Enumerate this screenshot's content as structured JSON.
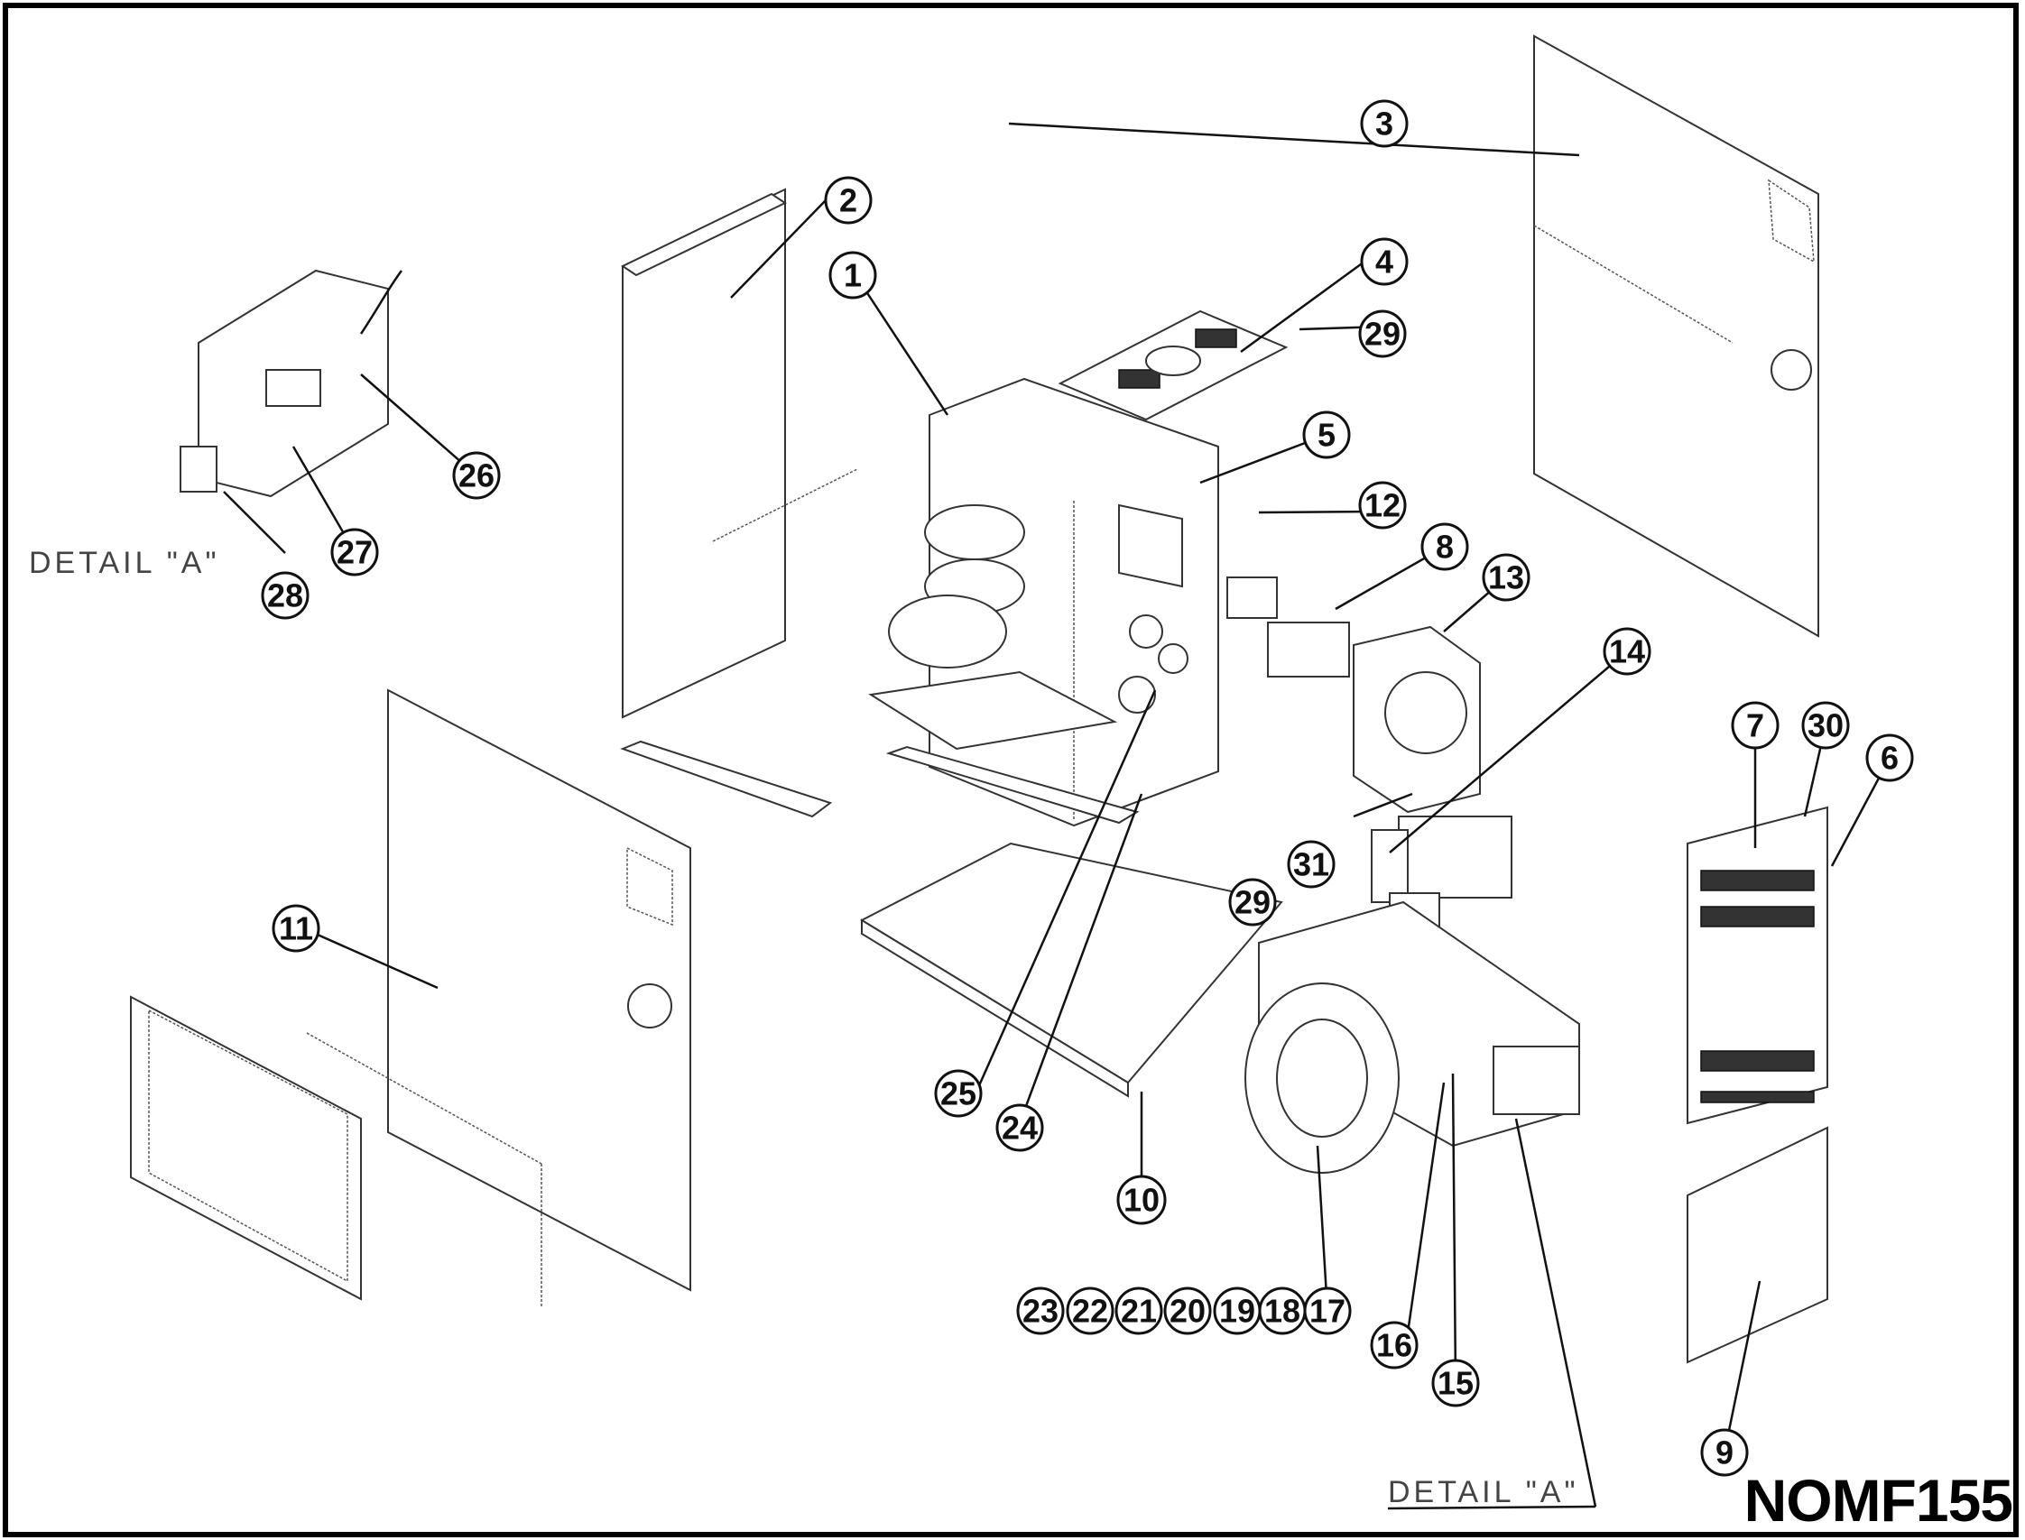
{
  "diagram": {
    "model_id": "NOMF155",
    "detail_captions": [
      "DETAIL \"A\"",
      "DETAIL \"A\""
    ],
    "callouts": [
      "1",
      "2",
      "3",
      "4",
      "5",
      "6",
      "7",
      "8",
      "9",
      "10",
      "11",
      "12",
      "13",
      "14",
      "15",
      "16",
      "17",
      "18",
      "19",
      "20",
      "21",
      "22",
      "23",
      "24",
      "25",
      "26",
      "27",
      "28",
      "29",
      "29",
      "30",
      "31"
    ],
    "colors": {
      "outline": "#333333",
      "border": "#000000",
      "background": "#ffffff"
    }
  }
}
